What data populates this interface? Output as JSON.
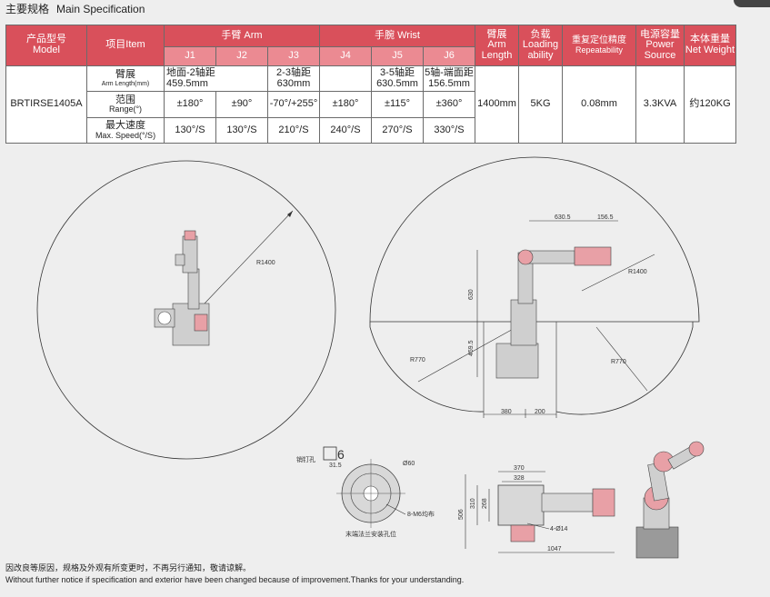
{
  "title": {
    "cn": "主要规格",
    "en": "Main Specification"
  },
  "table": {
    "model": {
      "cn": "产品型号",
      "en": "Model"
    },
    "item": "项目Item",
    "arm": "手臂 Arm",
    "wrist": "手腕 Wrist",
    "joints": [
      "J1",
      "J2",
      "J3",
      "J4",
      "J5",
      "J6"
    ],
    "arm_length": {
      "cn": "臂展",
      "en1": "Arm",
      "en2": "Length"
    },
    "loading": {
      "cn": "负载",
      "en1": "Loading",
      "en2": "ability"
    },
    "repeat": {
      "cn": "重复定位精度",
      "en": "Repeatability"
    },
    "power": {
      "cn": "电源容量",
      "en1": "Power",
      "en2": "Source"
    },
    "weight": {
      "cn": "本体重量",
      "en": "Net Weight"
    },
    "model_value": "BRTIRSE1405A",
    "rows": {
      "reach": {
        "cn": "臂展",
        "en": "Arm Length(mm)"
      },
      "range": {
        "cn": "范围",
        "en": "Range(°)"
      },
      "speed": {
        "cn": "最大速度",
        "en": "Max. Speed(°/S)"
      }
    },
    "reach_cells": {
      "j12": {
        "l1": "地面-2轴距",
        "l2": "459.5mm"
      },
      "j3": {
        "l1": "2-3轴距",
        "l2": "630mm"
      },
      "j5": {
        "l1": "3-5轴距",
        "l2": "630.5mm"
      },
      "j6": {
        "l1": "5轴-端面距",
        "l2": "156.5mm"
      }
    },
    "range_values": [
      "±180°",
      "±90°",
      "-70°/+255°",
      "±180°",
      "±115°",
      "±360°"
    ],
    "speed_values": [
      "130°/S",
      "130°/S",
      "210°/S",
      "240°/S",
      "270°/S",
      "330°/S"
    ],
    "arm_length_value": "1400mm",
    "loading_value": "5KG",
    "repeat_value": "0.08mm",
    "power_value": "3.3KVA",
    "weight_value": "约120KG"
  },
  "dims": {
    "r1400_left": "R1400",
    "r1400_right": "R1400",
    "d630_5": "630.5",
    "d156_5": "156.5",
    "d630": "630",
    "d459_5": "459.5",
    "r770_left": "R770",
    "r770_right": "R770",
    "d380": "380",
    "d200": "200",
    "pin_hole": "销钉孔",
    "d6": "6",
    "d31_5": "31.5",
    "d60": "Ø60",
    "m6": "8-M6均布",
    "flange_note": "末端法兰安装孔位",
    "d370": "370",
    "d328": "328",
    "d310": "310",
    "d268": "268",
    "d506": "506",
    "d4_14": "4-Ø14",
    "d1047": "1047"
  },
  "footer": {
    "cn": "因改良等原因，规格及外观有所变更时，不再另行通知，敬请谅解。",
    "en": "Without further notice if specification and exterior have been changed because of improvement.Thanks for your understanding."
  }
}
